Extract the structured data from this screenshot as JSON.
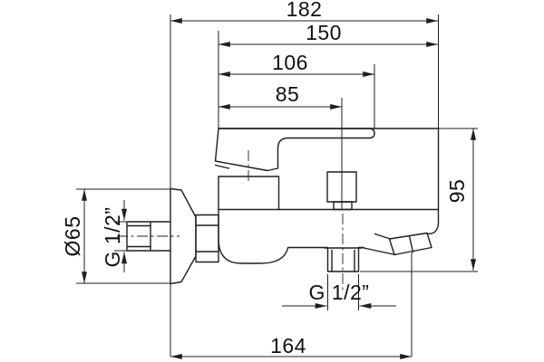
{
  "dimensions": {
    "overall_width": "182",
    "body_width": "150",
    "handle_width": "106",
    "diverter_offset": "85",
    "spout_height": "95",
    "spout_reach": "164",
    "flange_diameter": "Ø65",
    "wall_thread": "G 1/2”",
    "outlet_thread": "G 1/2”"
  },
  "colors": {
    "line": "#1f1f1f",
    "text": "#111111",
    "background": "#ffffff"
  }
}
